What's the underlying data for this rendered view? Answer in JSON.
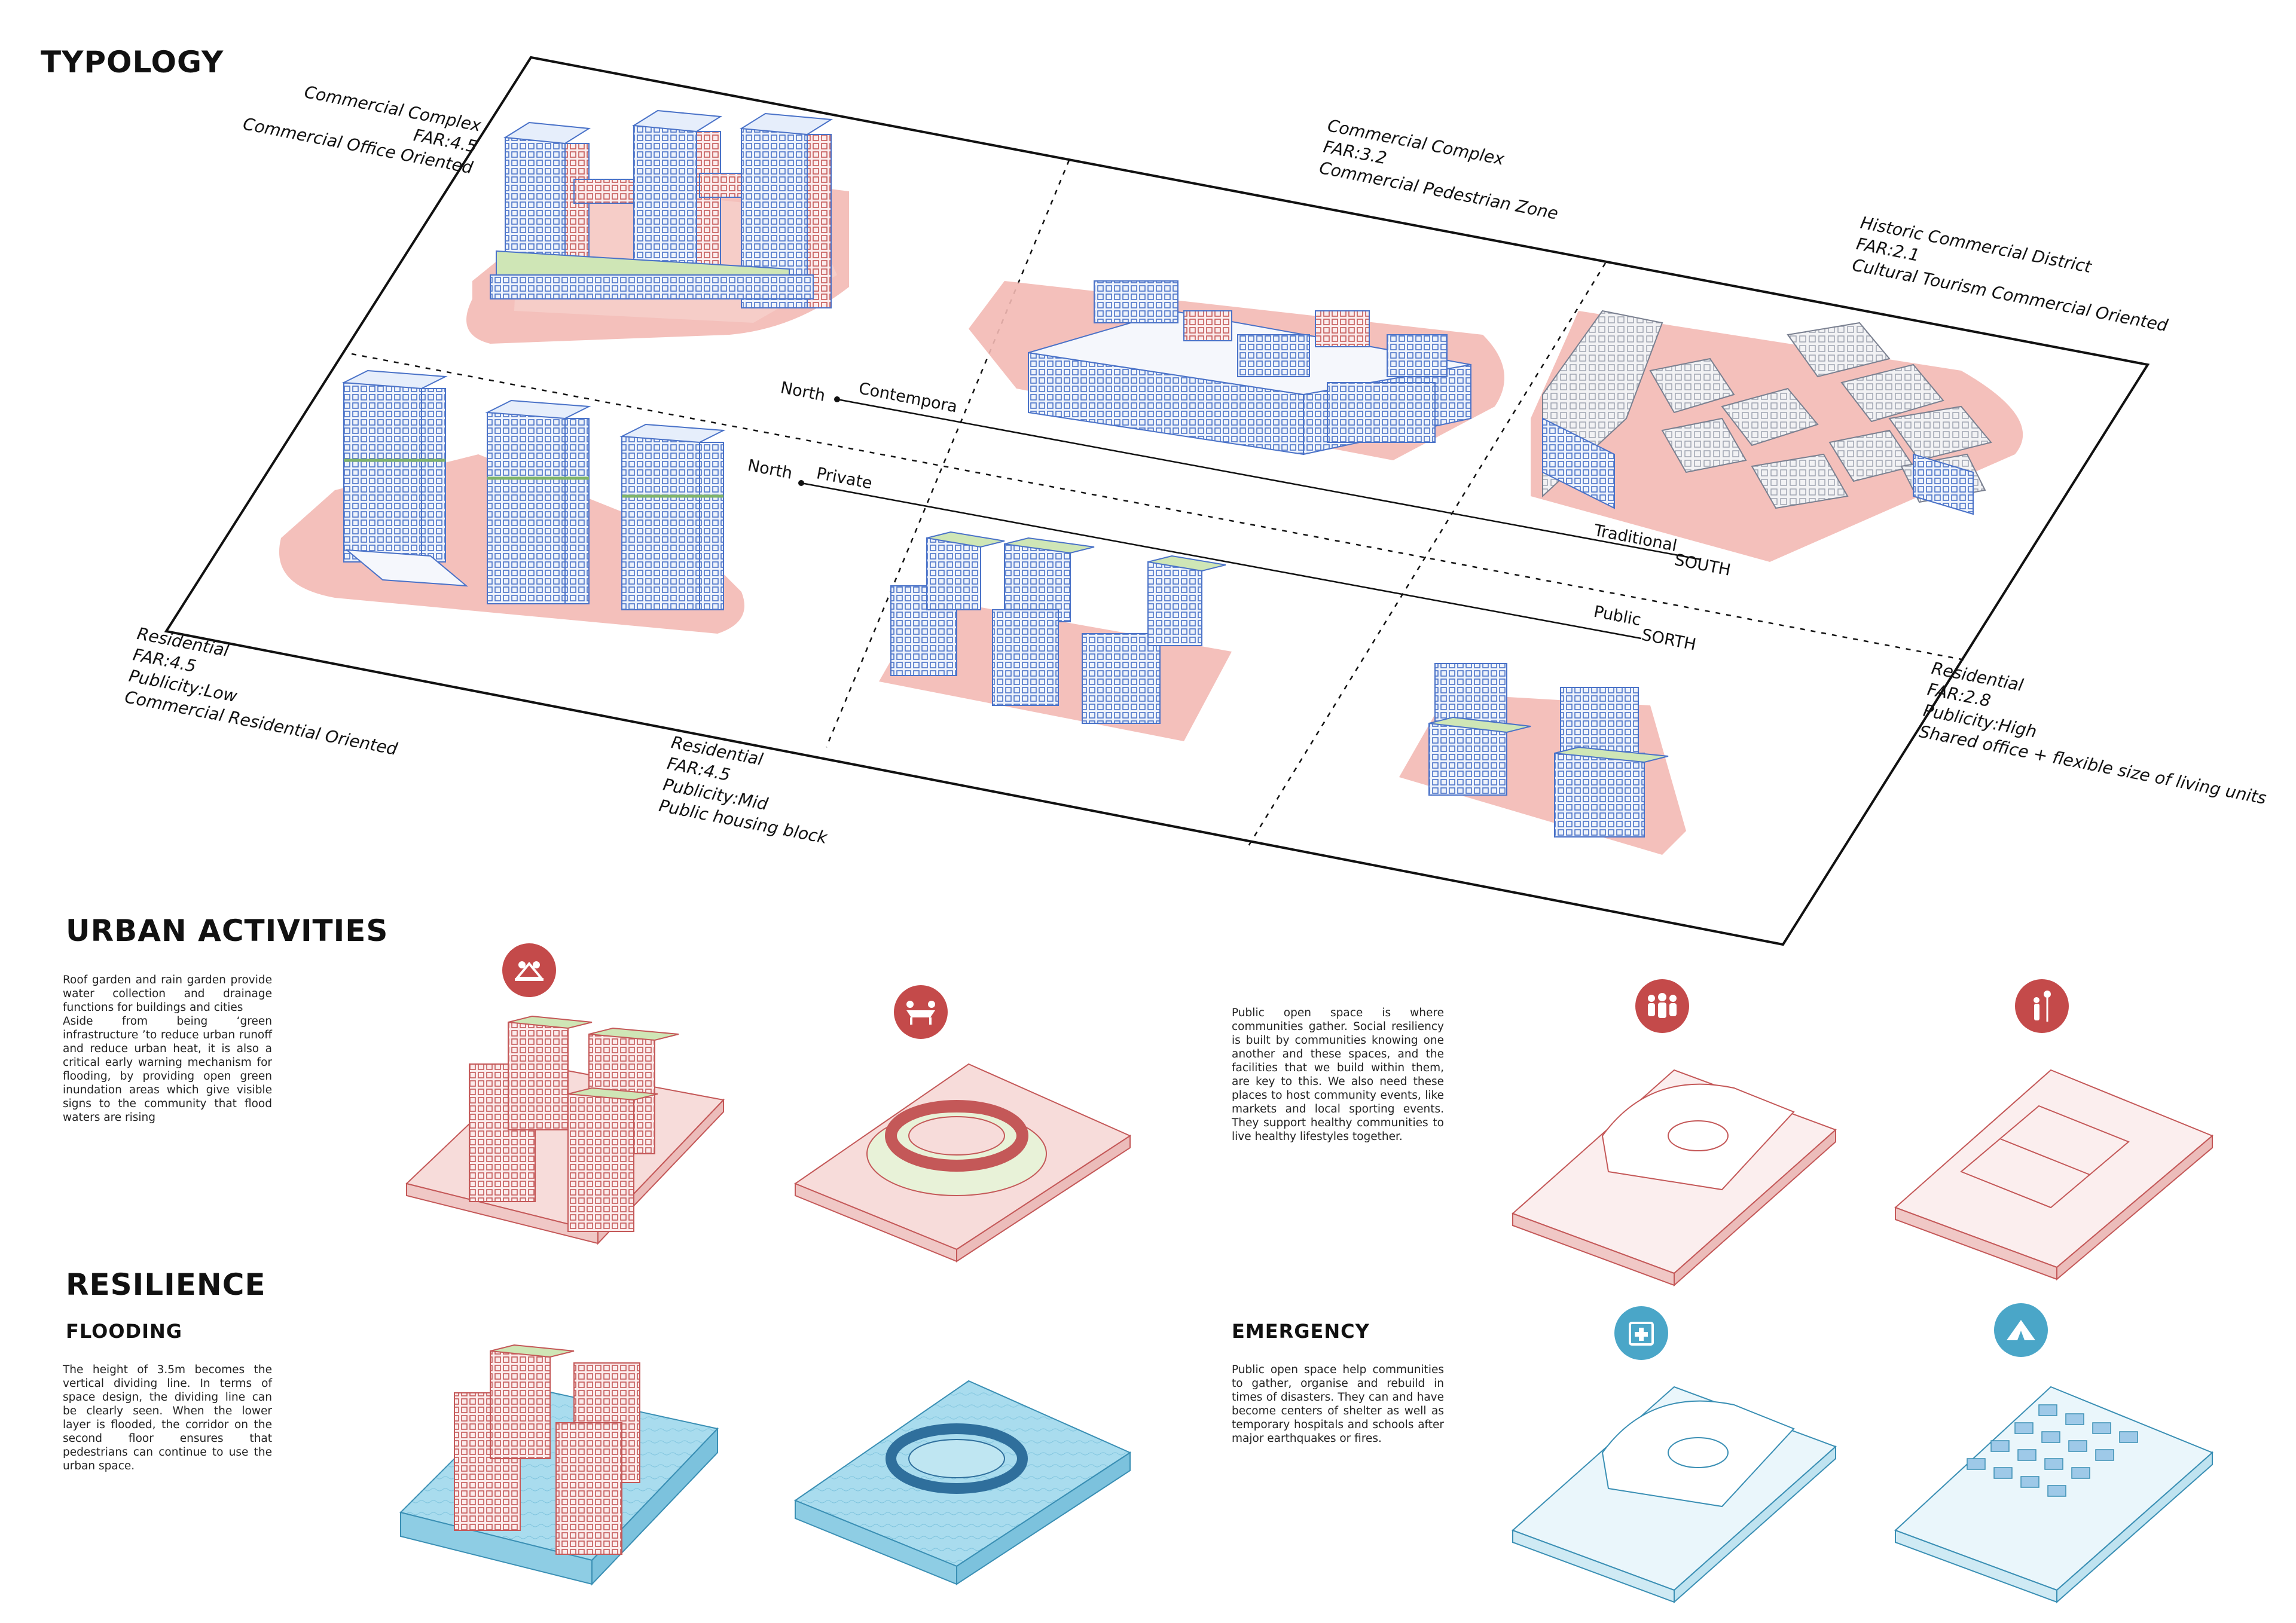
{
  "sections": {
    "typology": "TYPOLOGY",
    "urban_activities": "URBAN ACTIVITIES",
    "resilience": "RESILIENCE",
    "flooding": "FLOODING",
    "emergency": "EMERGENCY"
  },
  "typology_labels": {
    "commercial_office": [
      "Commercial Complex",
      "FAR:4.5",
      "Commercial Office Oriented"
    ],
    "commercial_pedestrian": [
      "Commercial  Complex",
      "FAR:3.2",
      "Commercial Pedestrian Zone"
    ],
    "historic": [
      "Historic Commercial District",
      "FAR:2.1",
      "Cultural Tourism Commercial Oriented"
    ],
    "residential_low": [
      "Residential",
      "FAR:4.5",
      "Publicity:Low",
      "Commercial Residential Oriented"
    ],
    "residential_mid": [
      "Residential",
      "FAR:4.5",
      "Publicity:Mid",
      "Public housing block"
    ],
    "residential_high": [
      "Residential",
      "FAR:2.8",
      "Publicity:High",
      "Shared office + flexible size of living units"
    ]
  },
  "axes": {
    "north_1": "North",
    "contempora": "Contempora",
    "north_2": "North",
    "private": "Private",
    "traditional": "Traditional",
    "south": "SOUTH",
    "public": "Public",
    "sorth": "SORTH"
  },
  "texts": {
    "urban_left": "Roof garden and rain garden provide water collection and drainage functions for buildings and cities\nAside from being ‘green infrastructure ’to reduce urban runoff and reduce urban heat, it is also a critical early warning mechanism for flooding, by providing open green inundation areas which give visible signs to the community that flood waters are rising",
    "urban_right": "Public open space is where communities gather. Social resiliency is built by communities knowing one another and these spaces, and the facilities that we build within them, are key to this. We also need these places to host community events, like markets and local sporting events. They support healthy communities to live healthy lifestyles together.",
    "flooding": "The height of 3.5m becomes the vertical dividing line. In terms of space design, the dividing line can be clearly seen. When the lower layer is flooded, the corridor on the second floor ensures that pedestrians can continue to use the urban space.",
    "emergency": "Public open space help communities to gather, organise and rebuild in times of disasters. They can and have become centers of shelter as well as temporary hospitals and schools after major earthquakes or fires."
  },
  "icons": {
    "garden": "garden-icon",
    "gathering": "gathering-icon",
    "community": "community-icon",
    "sport": "sport-icon",
    "hospital": "hospital-icon",
    "shelter": "shelter-tent-icon"
  },
  "colors": {
    "accent_red": "#c44a4a",
    "ground_pink": "#f0b8b4",
    "building_blue": "#4a72c8",
    "water_blue": "#9fd6ea",
    "roof_green": "#cfe6b6"
  }
}
